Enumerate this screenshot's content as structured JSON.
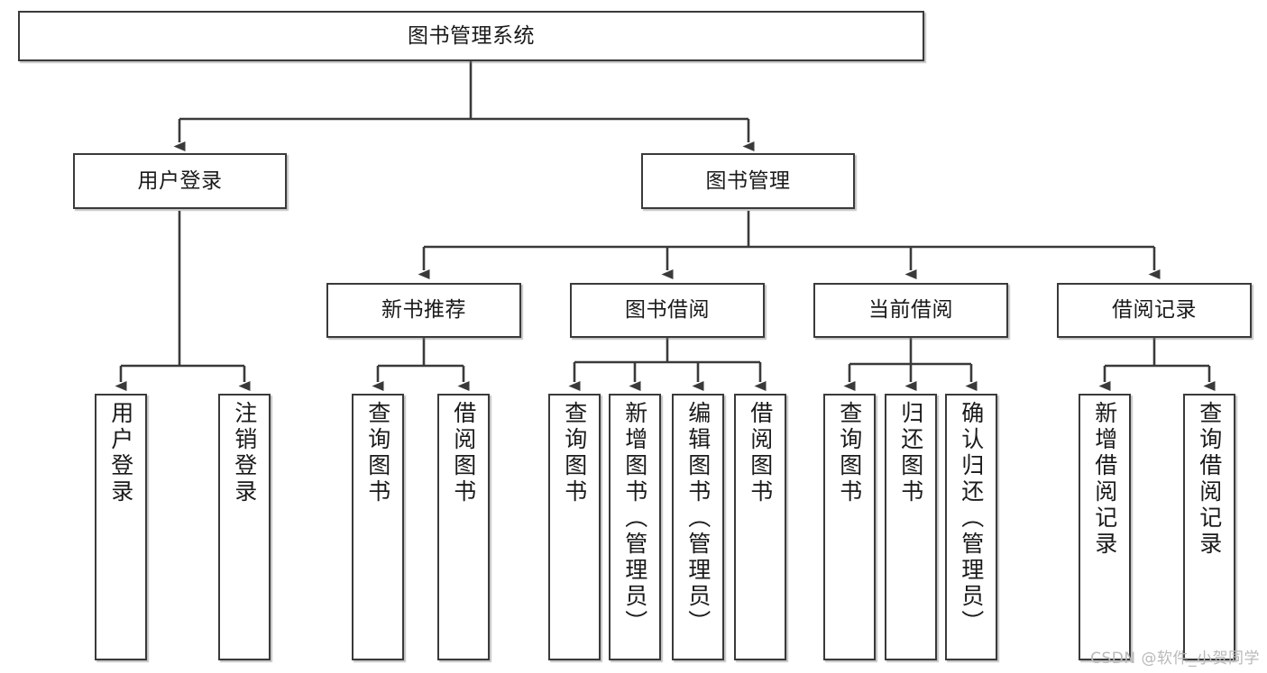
{
  "diagram": {
    "title": "图书管理系统",
    "watermark": "CSDN @软件_小贺同学",
    "line_color": "#3a3a3a",
    "box_border_color": "#3a3a3a",
    "box_fill_color": "#ffffff",
    "text_color": "#1a1a1a",
    "nodes": {
      "root": "图书管理系统",
      "user_login": "用户登录",
      "book_manage": "图书管理",
      "new_book_rec": "新书推荐",
      "book_borrow": "图书借阅",
      "current_borrow": "当前借阅",
      "borrow_record": "借阅记录",
      "leaf_user_login": "用户登录",
      "leaf_user_logout": "注销登录",
      "leaf_query_book_1": "查询图书",
      "leaf_borrow_book_1": "借阅图书",
      "leaf_query_book_2": "查询图书",
      "leaf_add_book": "新增图书（管理员）",
      "leaf_edit_book": "编辑图书（管理员）",
      "leaf_borrow_book_2": "借阅图书",
      "leaf_query_book_3": "查询图书",
      "leaf_return_book": "归还图书",
      "leaf_confirm_return": "确认归还（管理员）",
      "leaf_add_record": "新增借阅记录",
      "leaf_query_record": "查询借阅记录"
    }
  }
}
